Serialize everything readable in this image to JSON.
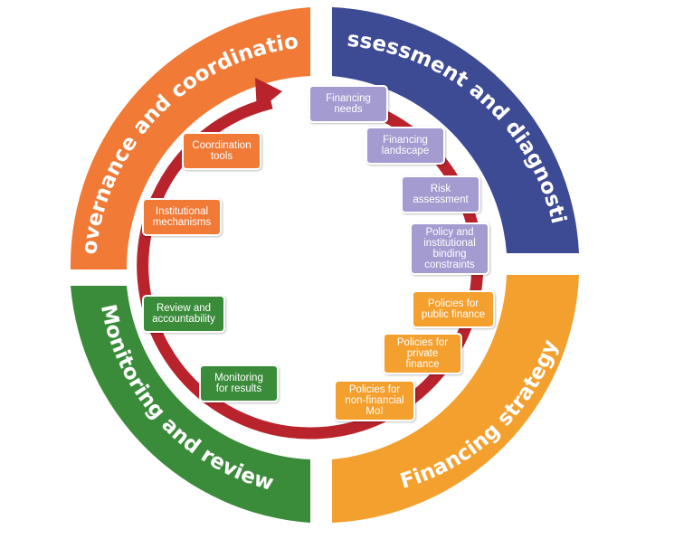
{
  "colors": {
    "governance": "#f07a36",
    "assessment": "#3d4a94",
    "financing": "#f4a02e",
    "monitoring": "#3a8c3a",
    "cycle_arrow": "#b8232c",
    "purple_box": "#a49bd0"
  },
  "quadrants": {
    "governance": "Governance and coordination",
    "assessment": "Assessment and diagnostics",
    "financing": "Financing strategy",
    "monitoring": "Monitoring and review"
  },
  "steps": {
    "coordination_tools": "Coordination\ntools",
    "institutional_mechanisms": "Institutional\nmechanisms",
    "review_accountability": "Review and\naccountability",
    "monitoring_results": "Monitoring\nfor results",
    "financing_needs": "Financing\nneeds",
    "financing_landscape": "Financing\nlandscape",
    "risk_assessment": "Risk\nassessment",
    "policy_constraints": "Policy and\ninstitutional\nbinding\nconstraints",
    "policies_public": "Policies for\npublic finance",
    "policies_private": "Policies for\nprivate\nfinance",
    "policies_nonfinancial": "Policies for\nnon-financial\nMoI"
  }
}
